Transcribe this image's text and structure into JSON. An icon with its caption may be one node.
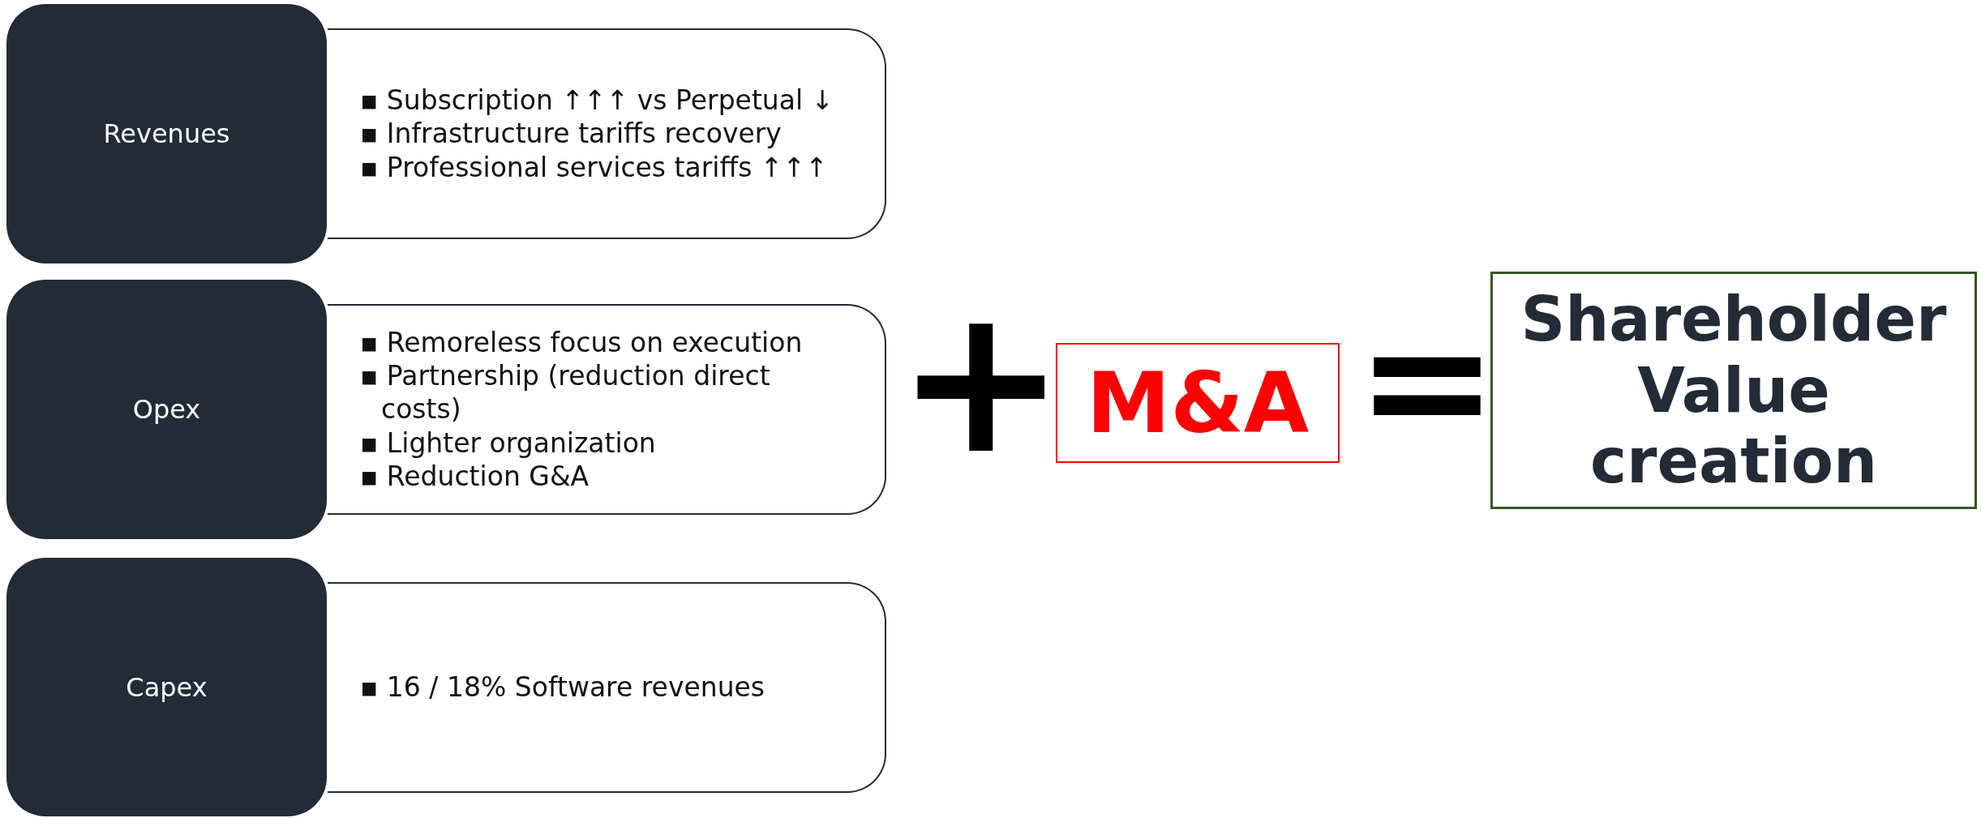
{
  "diagram": {
    "nodes": [
      {
        "text": [
          "Revenues"
        ]
      },
      {
        "text": [
          "▪ Subscription ↑↑↑ vs Perpetual ↓",
          "▪ Infrastructure tariffs recovery",
          "▪ Professional services tariffs ↑↑↑"
        ]
      },
      {
        "text": [
          "Opex"
        ]
      },
      {
        "text": [
          "▪ Remoreless focus on execution",
          "▪ Partnership (reduction direct costs)",
          "▪ Lighter organization",
          "▪ Reduction G&A"
        ]
      },
      {
        "text": [
          "Capex"
        ]
      },
      {
        "text": [
          "▪ 16 / 18% Software revenues"
        ]
      },
      {
        "text": [
          "M&A"
        ]
      },
      {
        "text": [
          "Shareholder Value creation"
        ]
      }
    ],
    "labels": [
      "+",
      "="
    ]
  }
}
